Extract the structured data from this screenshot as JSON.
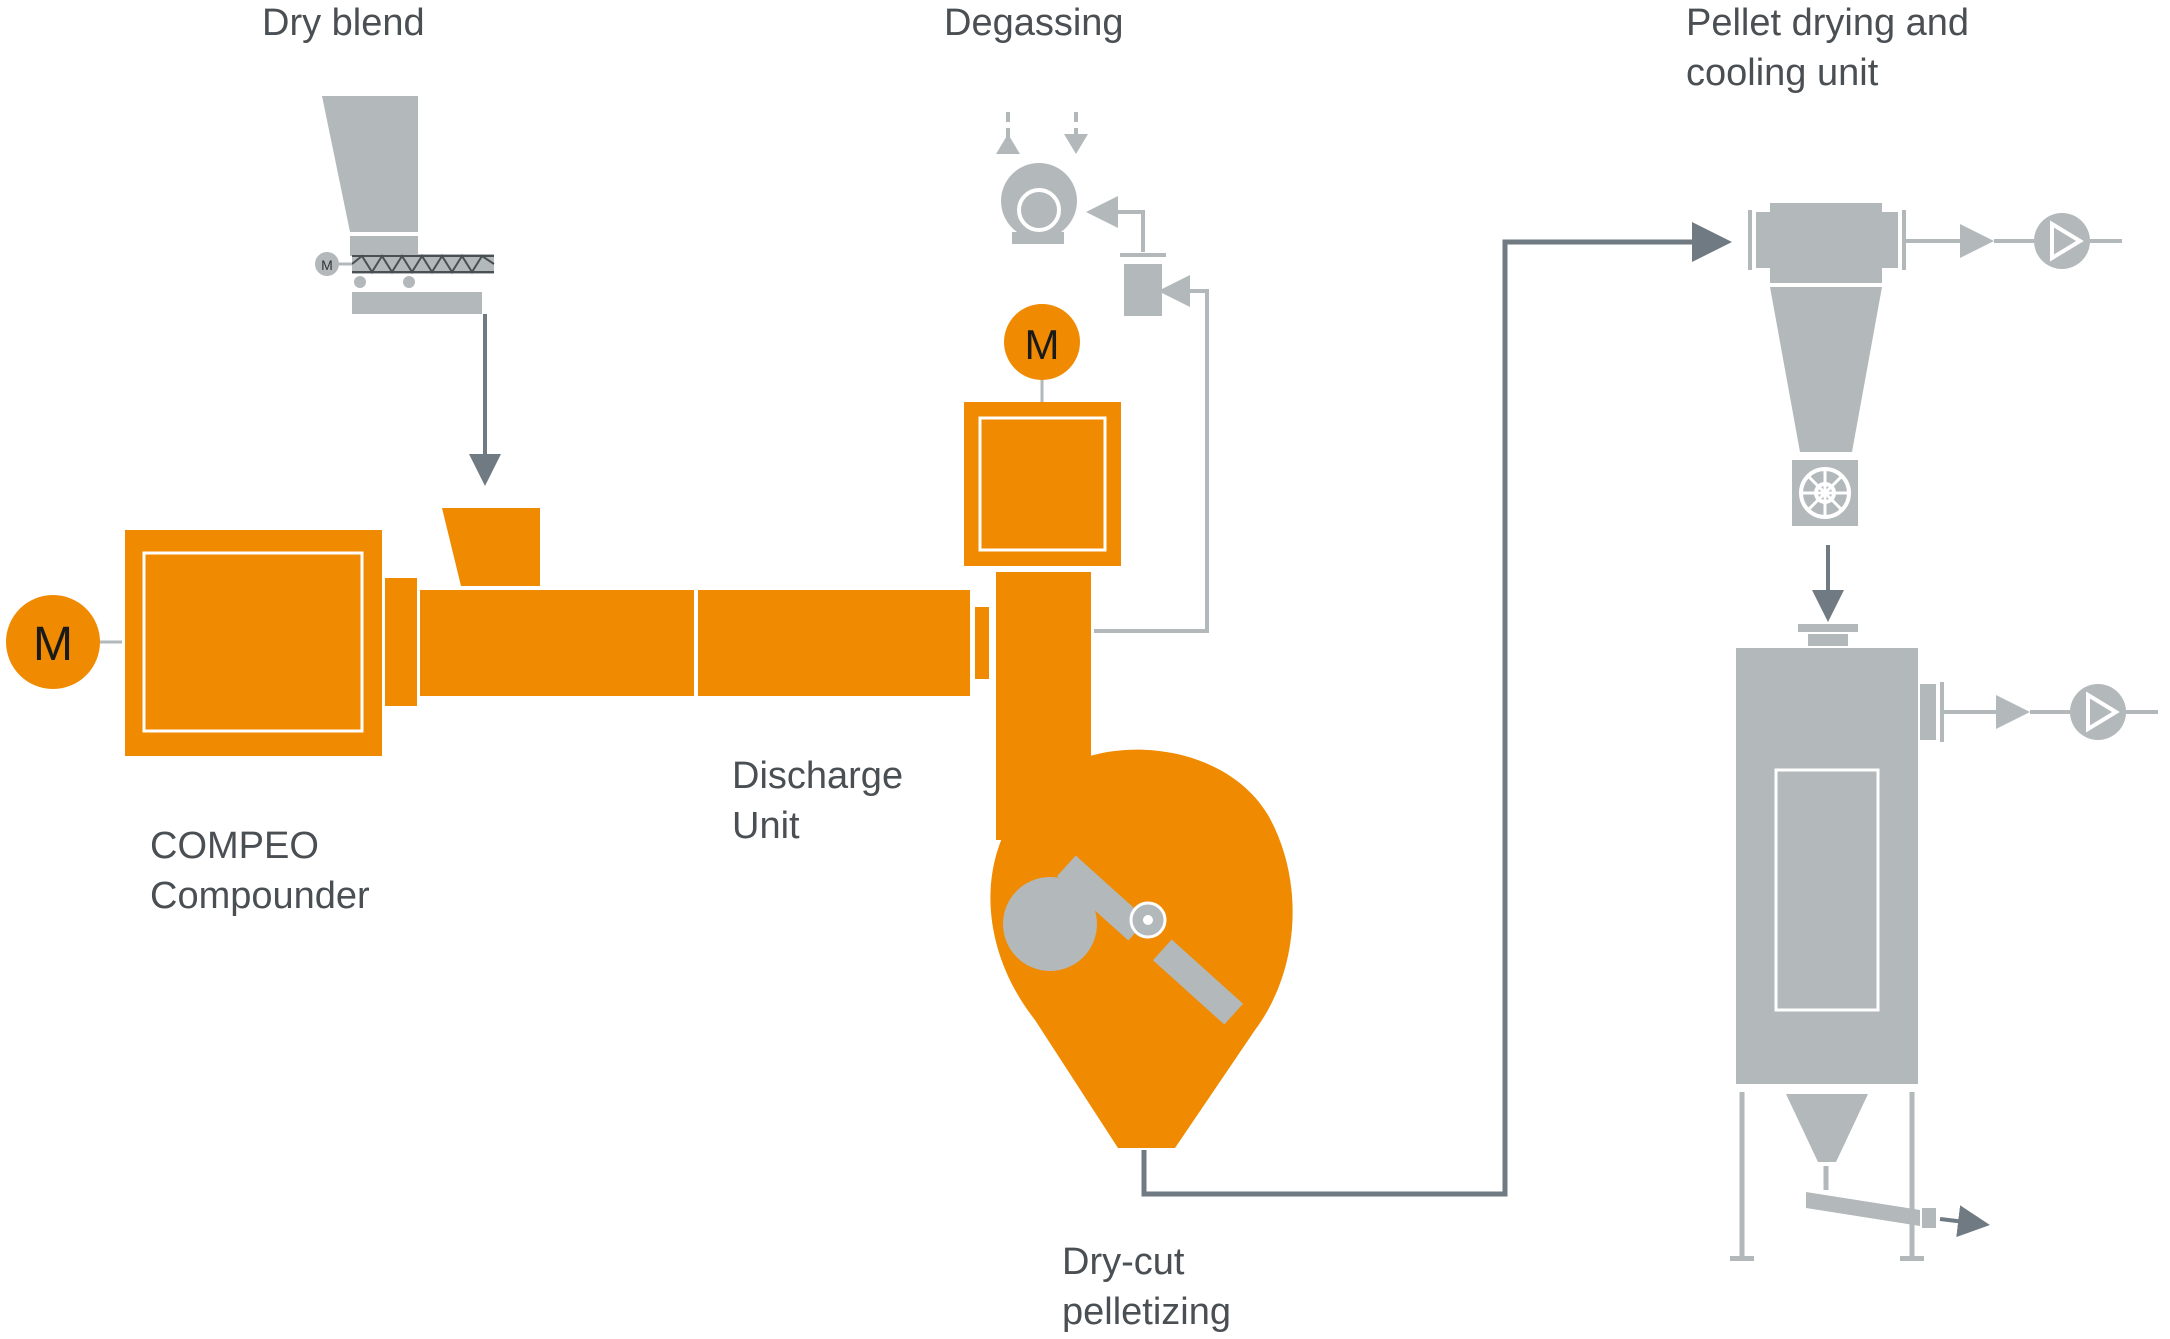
{
  "labels": {
    "dry_blend": "Dry blend",
    "degassing": "Degassing",
    "pellet_unit_line1": "Pellet drying and",
    "pellet_unit_line2": "cooling unit",
    "discharge_line1": "Discharge",
    "discharge_line2": "Unit",
    "compounder_line1": "COMPEO",
    "compounder_line2": "Compounder",
    "drycut_line1": "Dry-cut",
    "drycut_line2": "pelletizing"
  },
  "motor_label": "M",
  "colors": {
    "orange": "#F08A00",
    "grey_fill": "#B3B8BB",
    "grey_line": "#6F7A82",
    "light_line": "#B3B8BB",
    "text": "#4A4F54"
  }
}
